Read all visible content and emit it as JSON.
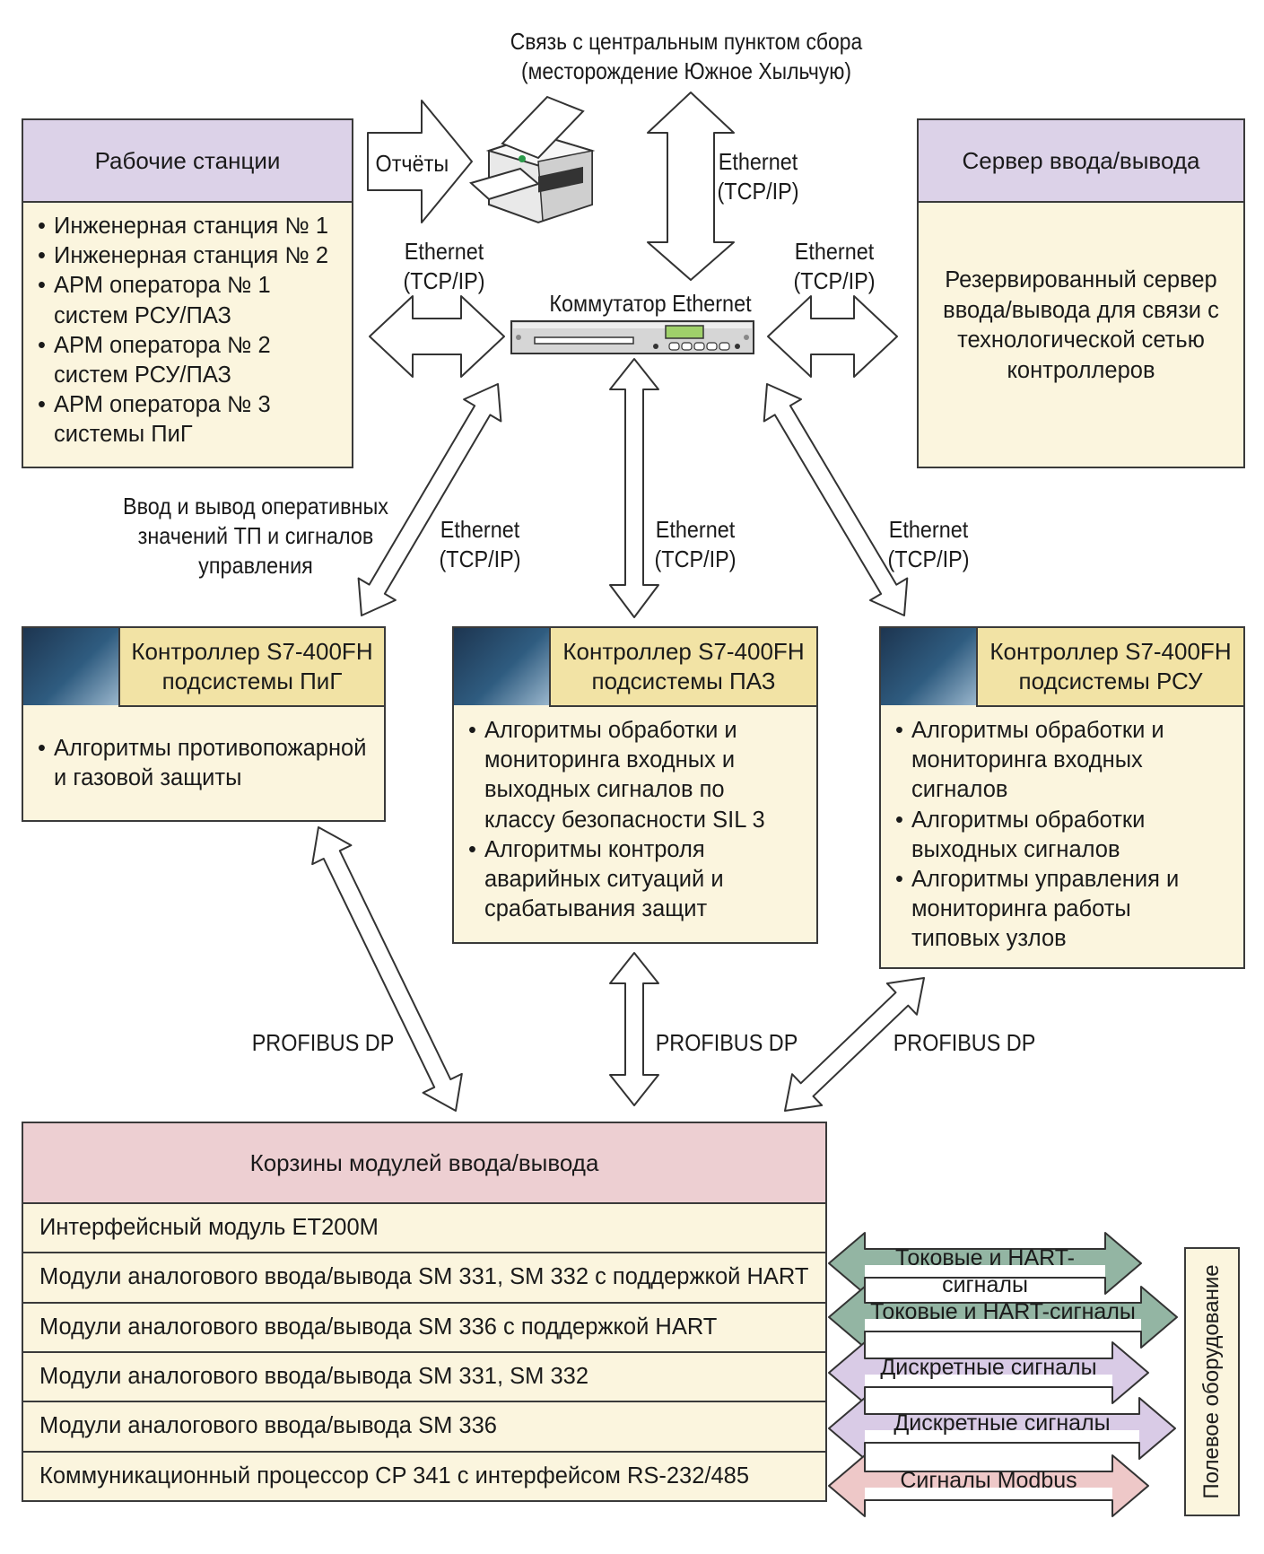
{
  "top_link": {
    "line1": "Связь с центральным пунктом сбора",
    "line2": "(месторождение Южное Хыльчую)"
  },
  "reports_label": "Отчёты",
  "printer_icon": "printer-icon",
  "switch_icon": "ethernet-switch-icon",
  "rack_icon": "io-rack-icon",
  "controller_icon": "plc-controller-icon",
  "ethernet": {
    "line1": "Ethernet",
    "line2": "(TCP/IP)"
  },
  "switch_label": "Коммутатор Ethernet",
  "workstations": {
    "title": "Рабочие станции",
    "items": [
      "Инженерная станция № 1",
      "Инженерная станция № 2",
      "АРМ оператора № 1 систем РСУ/ПАЗ",
      "АРМ оператора № 2 систем РСУ/ПАЗ",
      "АРМ оператора № 3 системы ПиГ"
    ]
  },
  "io_server": {
    "title": "Сервер ввода/вывода",
    "body": "Резервированный сервер ввода/вывода для связи с технологической сетью контроллеров"
  },
  "io_note": "Ввод и вывод оперативных значений ТП и сигналов управления",
  "controllers": [
    {
      "title": "Контроллер S7-400FH подсистемы ПиГ",
      "items": [
        "Алгоритмы противопожарной и газовой защиты"
      ]
    },
    {
      "title": "Контроллер S7-400FH подсистемы ПАЗ",
      "items": [
        "Алгоритмы обработки и мониторинга входных и выходных сигналов по классу безопасности SIL 3",
        "Алгоритмы контроля аварийных ситуаций и срабатывания защит"
      ]
    },
    {
      "title": "Контроллер S7-400FH подсистемы РСУ",
      "items": [
        "Алгоритмы обработки и мониторинга входных сигналов",
        "Алгоритмы обработки выходных сигналов",
        "Алгоритмы управления и мониторинга работы типовых узлов"
      ]
    }
  ],
  "profibus_label": "PROFIBUS DP",
  "rack": {
    "title": "Корзины модулей ввода/вывода",
    "rows": [
      "Интерфейсный модуль ET200M",
      "Модули аналогового ввода/вывода SM 331, SM 332 с поддержкой HART",
      "Модули аналогового ввода/вывода SM 336 с поддержкой HART",
      "Модули аналогового ввода/вывода SM 331, SM 332",
      "Модули аналогового ввода/вывода SM 336",
      "Коммуникационный процессор CP 341 с интерфейсом RS-232/485"
    ]
  },
  "signals": [
    {
      "label": "Токовые и HART-сигналы",
      "color": "#93b5a3"
    },
    {
      "label": "Токовые и HART-сигналы",
      "color": "#93b5a3"
    },
    {
      "label": "Дискретные сигналы",
      "color": "#d9cbe6"
    },
    {
      "label": "Дискретные сигналы",
      "color": "#d9cbe6"
    },
    {
      "label": "Сигналы Modbus",
      "color": "#eec8c8"
    }
  ],
  "field_equipment": "Полевое оборудование"
}
